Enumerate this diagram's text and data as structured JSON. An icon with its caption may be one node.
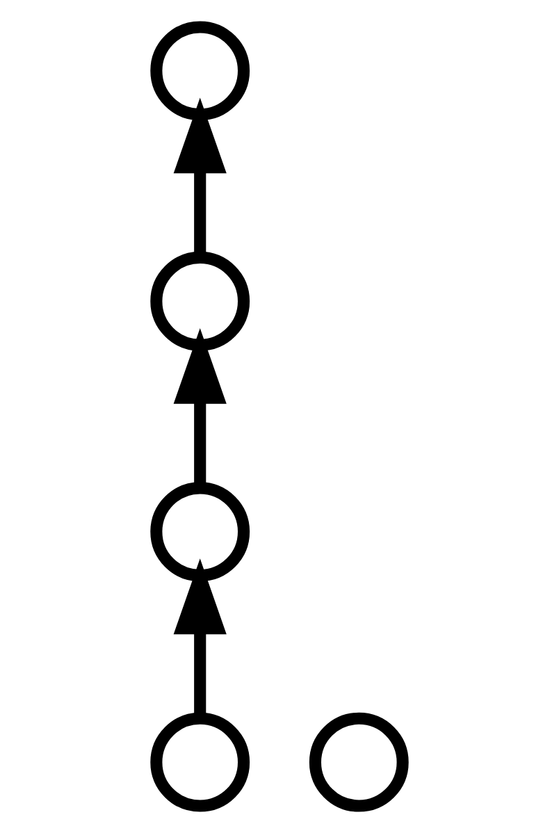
{
  "diagram": {
    "nodes": [
      {
        "text": [],
        "shape": "circle"
      },
      {
        "text": [],
        "shape": "circle"
      },
      {
        "text": [],
        "shape": "circle"
      },
      {
        "text": [],
        "shape": "circle"
      },
      {
        "text": [],
        "shape": "circle"
      }
    ],
    "edges": [
      {
        "from": 4,
        "to": 3,
        "arrow": "to"
      },
      {
        "from": 3,
        "to": 2,
        "arrow": "to"
      },
      {
        "from": 2,
        "to": 0,
        "arrow": "to"
      }
    ]
  }
}
